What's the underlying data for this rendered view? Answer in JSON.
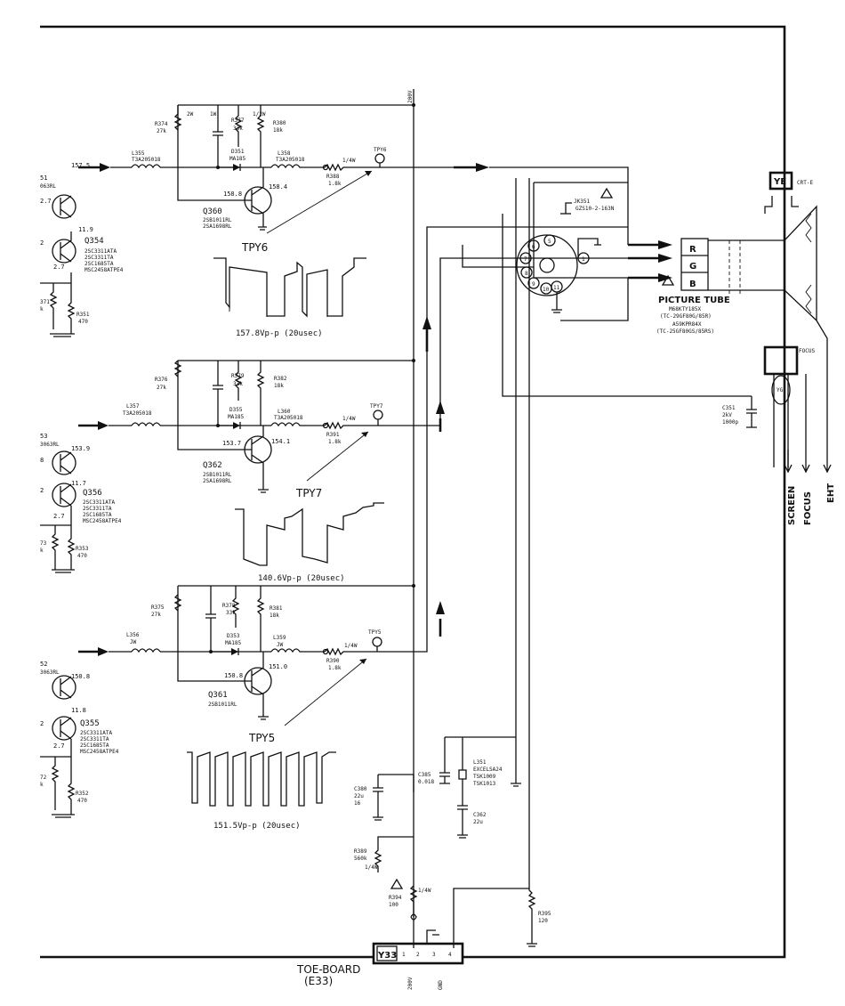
{
  "q351": {
    "id_partial": "51",
    "part_partial": "063RL",
    "v_collector": "157.5",
    "v_base": "2.7",
    "v_emitter": "11.9"
  },
  "q354": {
    "id": "Q354",
    "parts": [
      "2SC3311ATA",
      "2SC3311TA",
      "2SC1685TA",
      "MSC2458ATPE4"
    ],
    "v_base": "2",
    "v_emitter": "2.7"
  },
  "r371": {
    "id_partial": "371",
    "value_partial": "k"
  },
  "r351": {
    "id": "R351",
    "value": "470"
  },
  "r374": {
    "id": "R374",
    "value": "27k"
  },
  "r377": {
    "id": "R377",
    "value": "33k"
  },
  "r380": {
    "id": "R380",
    "value": "18k"
  },
  "l355": {
    "id": "L355",
    "part": "T3A205018"
  },
  "d351": {
    "id": "D351",
    "part": "MA185"
  },
  "l358": {
    "id": "L358",
    "part": "T3A205018"
  },
  "r388": {
    "id": "R388",
    "value": "1.8k",
    "power": "1/4W"
  },
  "tpy6": {
    "tag": "TPY6",
    "label": "TPY6",
    "caption": "157.8Vp-p (20usec)"
  },
  "q360": {
    "id": "Q360",
    "parts": [
      "2SB1011RL",
      "2SA1698RL"
    ],
    "v_base": "158.8",
    "v_emitter": "158.4"
  },
  "rail_200v": "200V",
  "jk351": {
    "id": "JK351",
    "part": "GZS10-2-163N"
  },
  "ye": {
    "id": "YE",
    "label": "CRT-E"
  },
  "rgb": {
    "r": "R",
    "g": "G",
    "b": "B"
  },
  "socket_pins": [
    "6",
    "5",
    "7",
    "8",
    "9",
    "10",
    "11",
    "1"
  ],
  "picture_tube": {
    "title": "PICTURE TUBE",
    "lines": [
      "M68KTY185X",
      "(TC-29GF80G/85R)",
      "A59KPR84X",
      "(TC-25GF80GS/85RS)"
    ]
  },
  "focus_pack": {
    "label": "FOCUS",
    "yg": "YG"
  },
  "c361": {
    "id": "C351",
    "voltage": "2kV",
    "value": "1000p"
  },
  "outputs": [
    "SCREEN",
    "FOCUS",
    "EHT"
  ],
  "q353": {
    "id_partial": "53",
    "part_partial": "3063RL",
    "v_collector": "153.9",
    "v_base": "8",
    "v_emitter": "11.7"
  },
  "q356": {
    "id": "Q356",
    "parts": [
      "2SC3311ATA",
      "2SC3311TA",
      "2SC1685TA",
      "MSC2458ATPE4"
    ],
    "v_base": "2",
    "v_emitter": "2.7"
  },
  "r373": {
    "id_partial": "73",
    "value_partial": "k"
  },
  "r353": {
    "id": "R353",
    "value": "470"
  },
  "r376": {
    "id": "R376",
    "value": "27k"
  },
  "r379": {
    "id": "R379",
    "value": "33k"
  },
  "r382": {
    "id": "R382",
    "value": "18k"
  },
  "l357": {
    "id": "L357",
    "part": "T3A205018"
  },
  "d355": {
    "id": "D355",
    "part": "MA185"
  },
  "l360": {
    "id": "L360",
    "part": "T3A205018"
  },
  "r391": {
    "id": "R391",
    "value": "1.8k",
    "power": "1/4W"
  },
  "tpy7": {
    "tag": "TPY7",
    "label": "TPY7",
    "caption": "140.6Vp-p (20usec)"
  },
  "q362": {
    "id": "Q362",
    "parts": [
      "2SB1011RL",
      "2SA1698RL"
    ],
    "v_base": "153.7",
    "v_emitter": "154.1"
  },
  "q352": {
    "id_partial": "52",
    "part_partial": "3063RL",
    "v_collector": "150.8",
    "v_base": "2",
    "v_emitter": "11.8"
  },
  "q355": {
    "id": "Q355",
    "parts": [
      "2SC3311ATA",
      "2SC3311TA",
      "2SC1685TA",
      "MSC2458ATPE4"
    ],
    "v_emitter": "2.7"
  },
  "r372": {
    "id_partial": "72",
    "value_partial": "k"
  },
  "r352": {
    "id": "R352",
    "value": "470"
  },
  "r375": {
    "id": "R375",
    "value": "27k"
  },
  "r378": {
    "id": "R378",
    "value": "33k"
  },
  "r381": {
    "id": "R381",
    "value": "18k"
  },
  "l356": {
    "id": "L356",
    "part": "JW"
  },
  "d353": {
    "id": "D353",
    "part": "MA185"
  },
  "l359": {
    "id": "L359",
    "part": "JW"
  },
  "r390": {
    "id": "R390",
    "value": "1.8k",
    "power": "1/4W"
  },
  "tpy5": {
    "tag": "TPY5",
    "label": "TPY5",
    "caption": "151.5Vp-p (20usec)"
  },
  "q361": {
    "id": "Q361",
    "parts": [
      "2SB1011RL"
    ],
    "v_base": "150.8",
    "v_emitter": "151.0"
  },
  "c380": {
    "id": "C380",
    "value": "22u",
    "voltage": "16"
  },
  "c385": {
    "id": "C385",
    "value": "0.018"
  },
  "l351": {
    "id": "L351",
    "parts": [
      "EXCELSA24",
      "TSK1009",
      "TSK1013"
    ]
  },
  "c362": {
    "id": "C362",
    "value": "22u"
  },
  "r389": {
    "id": "R389",
    "value": "560k",
    "power": "1/4W"
  },
  "r394": {
    "id": "R394",
    "value": "100",
    "power": "1/4W"
  },
  "r395": {
    "id": "R395",
    "value": "120"
  },
  "y33": {
    "id": "Y33",
    "pins": [
      "1",
      "2",
      "3",
      "4"
    ],
    "pin_labels": [
      "200V",
      "GND"
    ]
  },
  "board": {
    "name": "TOE-BOARD",
    "code": "(E33)"
  },
  "power_ratings": [
    "2W",
    "1W",
    "1/2W"
  ]
}
